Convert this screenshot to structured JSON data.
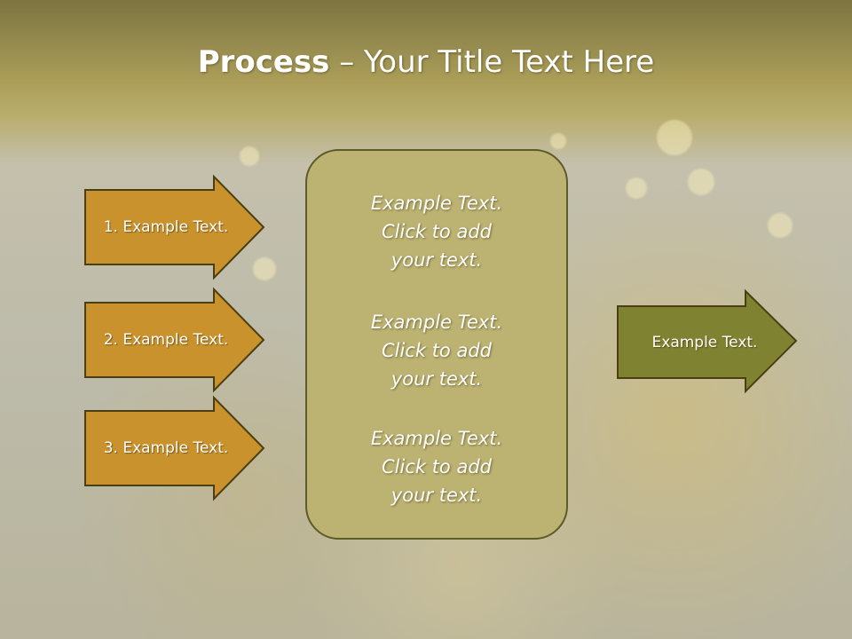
{
  "title": {
    "bold": "Process",
    "rest": " – Your Title Text Here"
  },
  "left_arrows": [
    {
      "label": "1. Example Text."
    },
    {
      "label": "2. Example Text."
    },
    {
      "label": "3. Example Text."
    }
  ],
  "center_blocks": [
    {
      "lines": [
        "Example Text.",
        "Click  to add",
        "your text."
      ]
    },
    {
      "lines": [
        "Example Text.",
        "Click  to add",
        "your text."
      ]
    },
    {
      "lines": [
        "Example Text.",
        "Click  to add",
        "your text."
      ]
    }
  ],
  "right_arrow": {
    "label": "Example Text."
  },
  "colors": {
    "left_arrow_fill": "#c9922c",
    "arrow_stroke": "#4a3e12",
    "center_fill": "#bcb271",
    "right_arrow_fill": "#7f8230"
  }
}
